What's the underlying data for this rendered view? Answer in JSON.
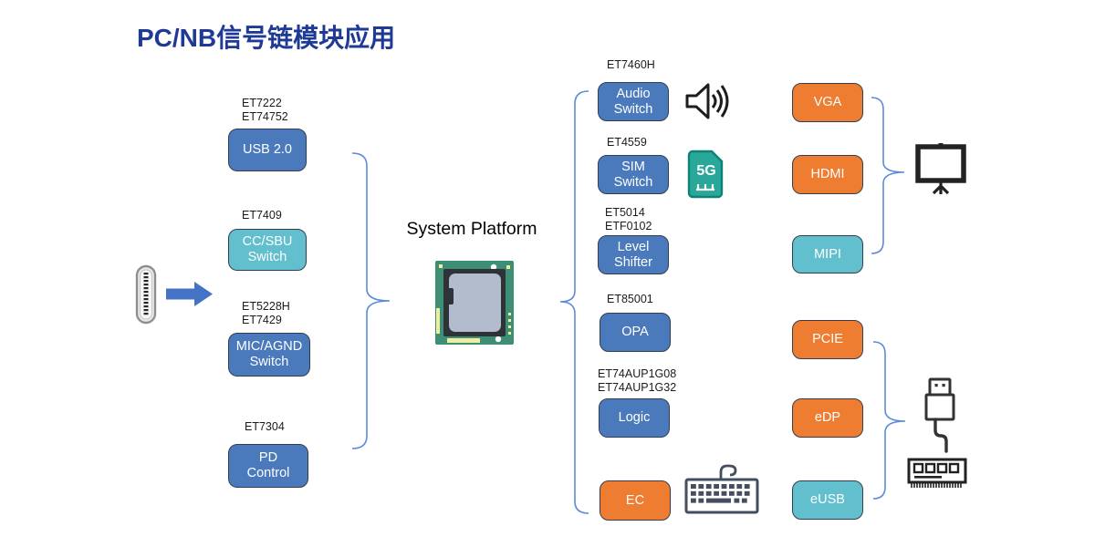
{
  "title": "PC/NB信号链模块应用",
  "system_platform_label": "System Platform",
  "sim_icon_label": "5G",
  "colors": {
    "title_navy": "#1e3a96",
    "block_blue": "#4a7abc",
    "block_teal": "#62bfce",
    "block_orange": "#ee7d31",
    "block_border": "#333f50",
    "brace_line": "#5b8bd9",
    "arrow_blue": "#4472c4",
    "sim_green": "#29a89a"
  },
  "left_chain": {
    "items": [
      {
        "parts": "ET7222\nET74752",
        "label": "USB 2.0",
        "color": "blue"
      },
      {
        "parts": "ET7409",
        "label": "CC/SBU\nSwitch",
        "color": "teal"
      },
      {
        "parts": "ET5228H\nET7429",
        "label": "MIC/AGND\nSwitch",
        "color": "blue"
      },
      {
        "parts": "ET7304",
        "label": "PD\nControl",
        "color": "blue"
      }
    ]
  },
  "soc_peripherals": {
    "items": [
      {
        "parts": "ET7460H",
        "label": "Audio\nSwitch",
        "color": "blue",
        "icon": "speaker-icon"
      },
      {
        "parts": "ET4559",
        "label": "SIM\nSwitch",
        "color": "blue",
        "icon": "sim-5g-icon"
      },
      {
        "parts": "ET5014\nETF0102",
        "label": "Level\nShifter",
        "color": "blue"
      },
      {
        "parts": "ET85001",
        "label": "OPA",
        "color": "blue"
      },
      {
        "parts": "ET74AUP1G08\nET74AUP1G32",
        "label": "Logic",
        "color": "blue"
      },
      {
        "parts": "",
        "label": "EC",
        "color": "orange",
        "icon": "keyboard-icon"
      }
    ]
  },
  "io_ports": {
    "items": [
      {
        "label": "VGA",
        "color": "orange"
      },
      {
        "label": "HDMI",
        "color": "orange"
      },
      {
        "label": "MIPI",
        "color": "teal"
      },
      {
        "label": "PCIE",
        "color": "orange"
      },
      {
        "label": "eDP",
        "color": "orange"
      },
      {
        "label": "eUSB",
        "color": "teal"
      }
    ]
  }
}
